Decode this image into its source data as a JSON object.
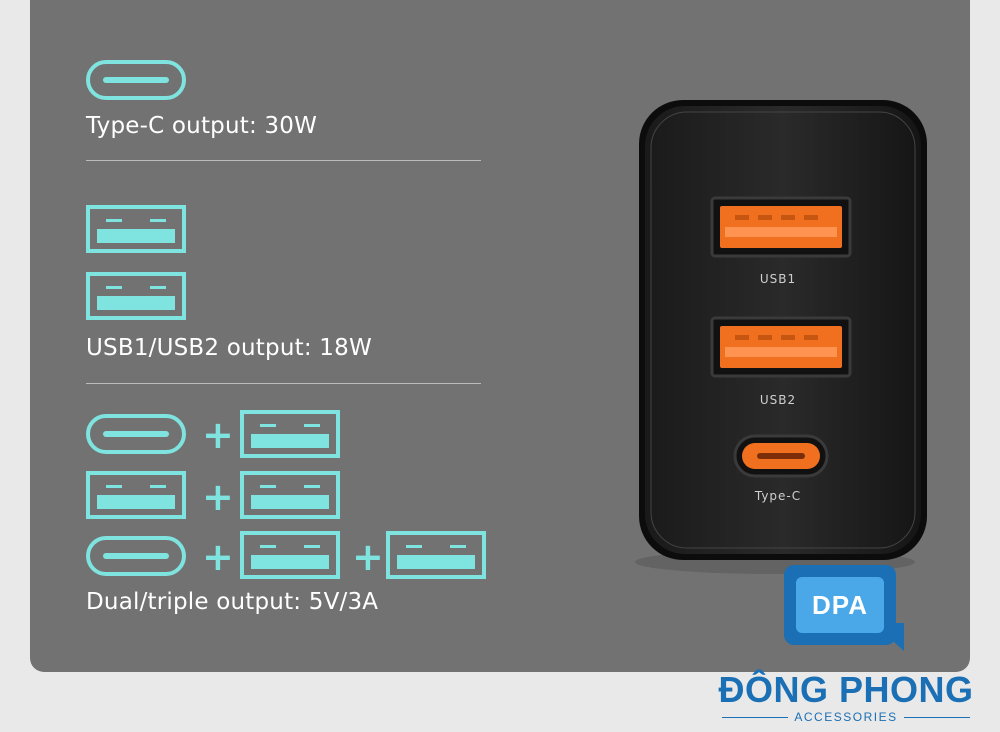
{
  "specs": {
    "typec_label": "Type-C output: 30W",
    "usb_label": "USB1/USB2 output: 18W",
    "combo_label": "Dual/triple output: 5V/3A",
    "combo_rows": [
      [
        "type-c",
        "usb-a"
      ],
      [
        "usb-a",
        "usb-a"
      ],
      [
        "type-c",
        "usb-a",
        "usb-a"
      ]
    ]
  },
  "charger": {
    "port_labels": [
      "USB1",
      "USB2",
      "Type-C"
    ]
  },
  "brand": {
    "logo_text": "DPA",
    "name": "ĐÔNG PHONG",
    "tagline": "ACCESSORIES"
  },
  "colors": {
    "panel": "#727272",
    "icon_stroke": "#7fe3df",
    "port_orange": "#f0701f",
    "brand_blue": "#1b6fb4"
  }
}
